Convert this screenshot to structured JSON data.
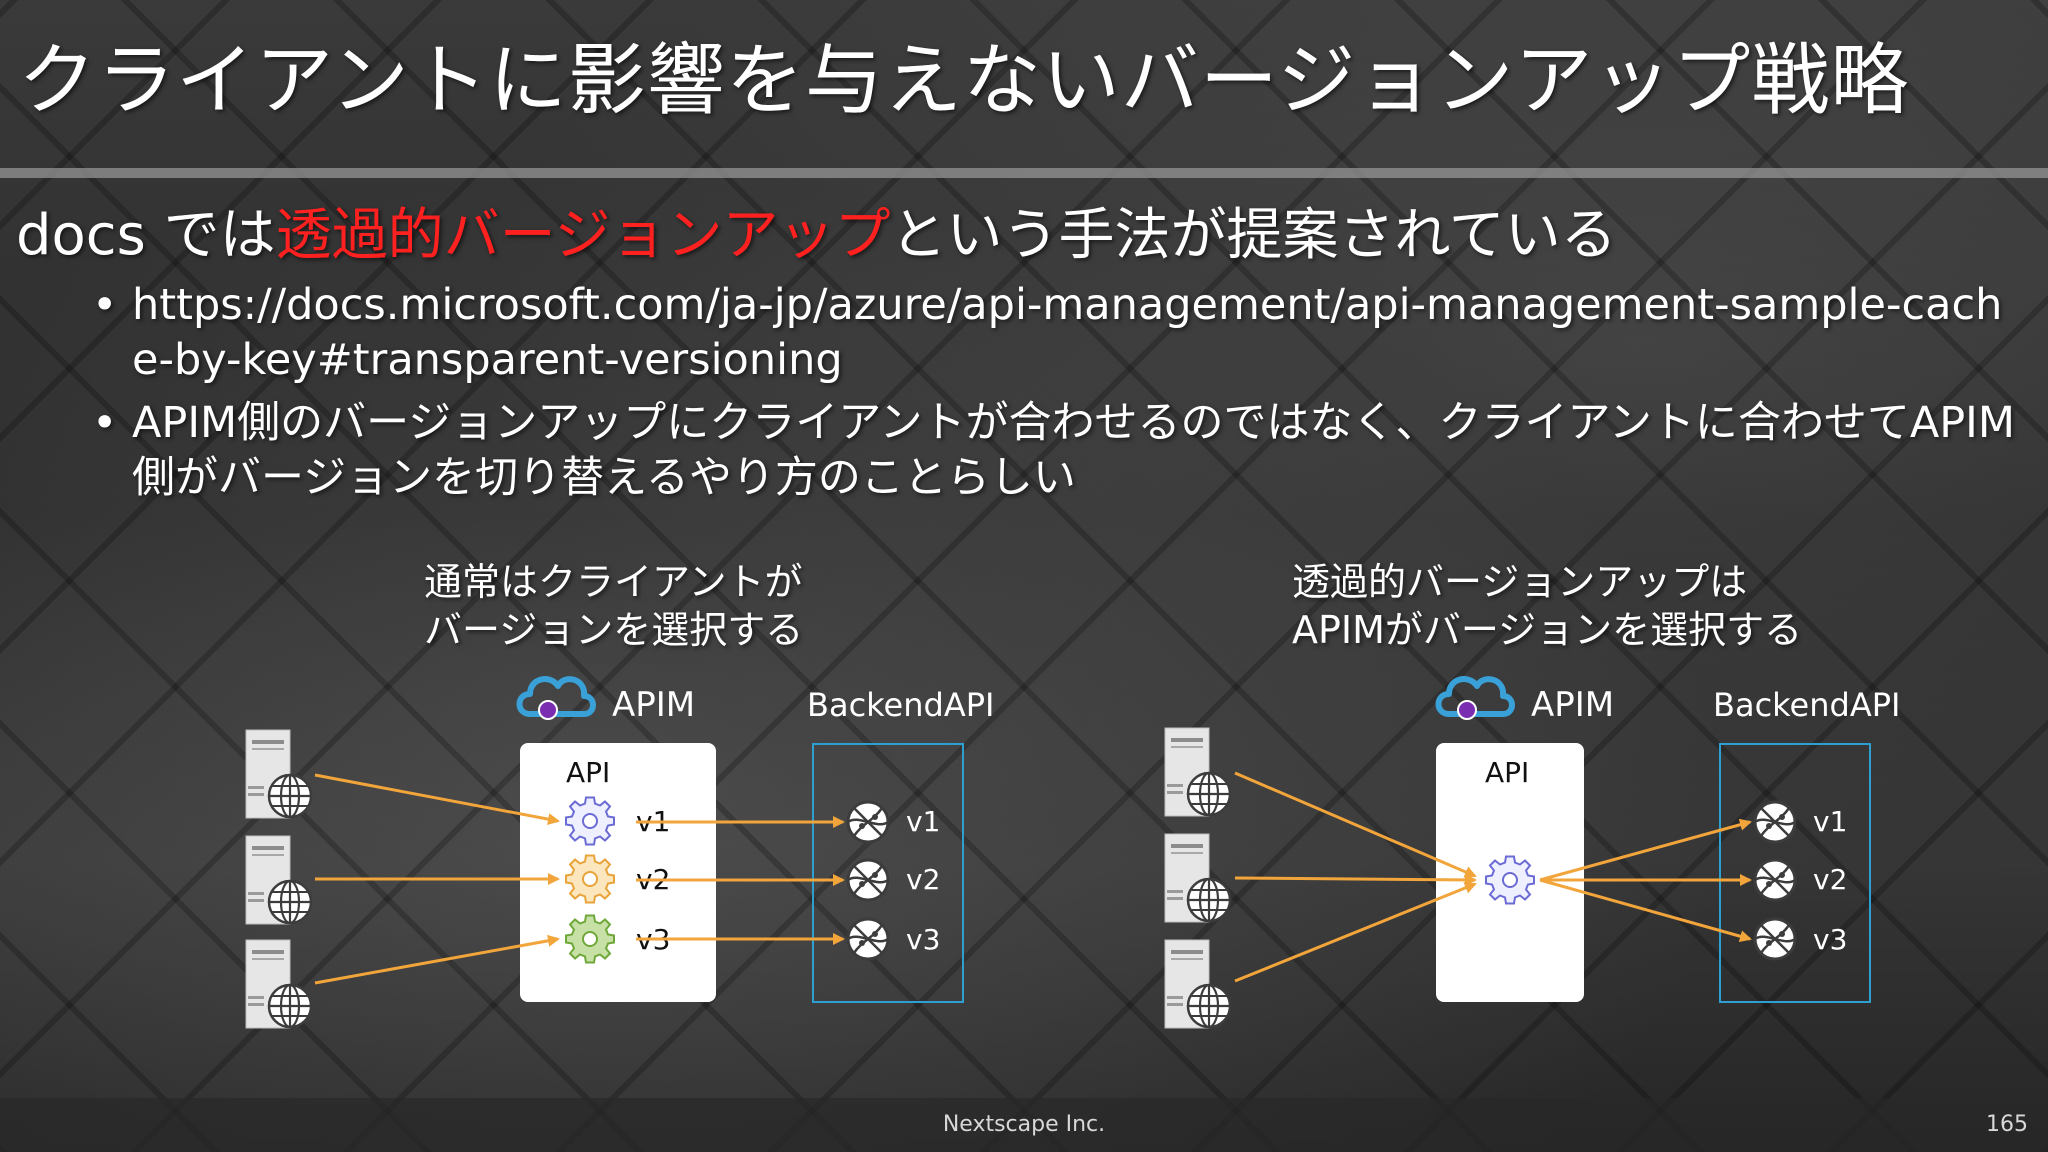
{
  "title": "クライアントに影響を与えないバージョンアップ戦略",
  "subtitle": {
    "prefix": "docs では",
    "highlight": "透過的バージョンアップ",
    "suffix": "という手法が提案されている"
  },
  "bullets": [
    "https://docs.microsoft.com/ja-jp/azure/api-management/api-management-sample-cache-by-key#transparent-versioning",
    "APIM側のバージョンアップにクライアントが合わせるのではなく、クライアントに合わせてAPIM側がバージョンを切り替えるやり方のことらしい"
  ],
  "bullet_symbol": "•",
  "left_diagram": {
    "caption_line1": "通常はクライアントが",
    "caption_line2": "バージョンを選択する",
    "apim_label": "APIM",
    "backend_label": "BackendAPI",
    "api_box_label": "API",
    "api_versions": [
      "v1",
      "v2",
      "v3"
    ],
    "backend_versions": [
      "v1",
      "v2",
      "v3"
    ]
  },
  "right_diagram": {
    "caption_line1": "透過的バージョンアップは",
    "caption_line2": "APIMがバージョンを選択する",
    "apim_label": "APIM",
    "backend_label": "BackendAPI",
    "api_box_label": "API",
    "backend_versions": [
      "v1",
      "v2",
      "v3"
    ]
  },
  "colors": {
    "highlight": "#ff2020",
    "arrow": "#f2a53b",
    "backend_border": "#2d9fd0",
    "apim_cloud": "#3aa0d8",
    "apim_dot": "#7a2db0",
    "gear_v1": "#6b6bd6",
    "gear_v2": "#e8a43a",
    "gear_v3": "#6fa83a"
  },
  "footer": {
    "company": "Nextscape Inc.",
    "page": "165"
  }
}
